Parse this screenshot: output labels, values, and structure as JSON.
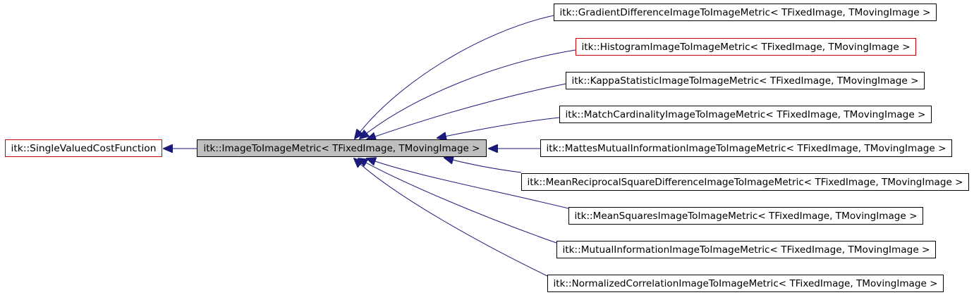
{
  "diagram": {
    "base_class": {
      "label": "itk::SingleValuedCostFunction",
      "border_color": "#cc0000"
    },
    "focus_class": {
      "label": "itk::ImageToImageMetric< TFixedImage, TMovingImage >",
      "fill_color": "#bfbfbf"
    },
    "derived_classes": [
      {
        "label": "itk::GradientDifferenceImageToImageMetric< TFixedImage, TMovingImage >",
        "border_color": "#000000"
      },
      {
        "label": "itk::HistogramImageToImageMetric< TFixedImage, TMovingImage >",
        "border_color": "#cc0000"
      },
      {
        "label": "itk::KappaStatisticImageToImageMetric< TFixedImage, TMovingImage >",
        "border_color": "#000000"
      },
      {
        "label": "itk::MatchCardinalityImageToImageMetric< TFixedImage, TMovingImage >",
        "border_color": "#000000"
      },
      {
        "label": "itk::MattesMutualInformationImageToImageMetric< TFixedImage, TMovingImage >",
        "border_color": "#000000"
      },
      {
        "label": "itk::MeanReciprocalSquareDifferenceImageToImageMetric< TFixedImage, TMovingImage >",
        "border_color": "#000000"
      },
      {
        "label": "itk::MeanSquaresImageToImageMetric< TFixedImage, TMovingImage >",
        "border_color": "#000000"
      },
      {
        "label": "itk::MutualInformationImageToImageMetric< TFixedImage, TMovingImage >",
        "border_color": "#000000"
      },
      {
        "label": "itk::NormalizedCorrelationImageToImageMetric< TFixedImage, TMovingImage >",
        "border_color": "#000000"
      }
    ],
    "edge_color": "#1a1a7a"
  }
}
